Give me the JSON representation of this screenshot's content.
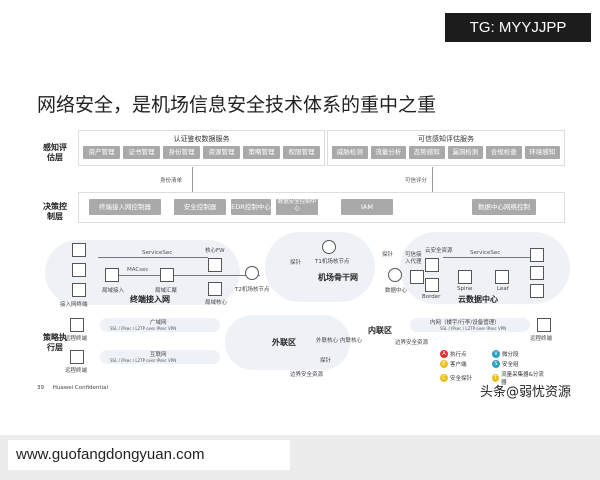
{
  "banner": "TG: MYYJJPP",
  "title": "网络安全，是机场信息安全技术体系的重中之重",
  "layers": {
    "perceive": "感知评估层",
    "decide": "决策控制层",
    "execute": "策略执行层"
  },
  "auth_service": {
    "title": "认证鉴权数据服务",
    "items": [
      "资产管理",
      "证书管理",
      "身份管理",
      "资源管理",
      "策略管理",
      "权限管理"
    ]
  },
  "trust_service": {
    "title": "可信感知评估服务",
    "items": [
      "威胁检测",
      "流量分析",
      "态势感知",
      "漏洞检测",
      "合规检查",
      "环境感知"
    ]
  },
  "arrows": {
    "identity": "身份清单",
    "trust": "可信评分"
  },
  "controls": [
    "终端接入网控制器",
    "安全控制器",
    "EDR控制中心",
    "数据安全控制中心",
    "IAM",
    "数据中心网络控制"
  ],
  "network": {
    "access_net": "终端接入网",
    "backbone": "机场骨干网",
    "cloud_dc": "云数据中心",
    "labels": {
      "servicesec": "ServiceSec",
      "macsec": "MACsec",
      "core_fw": "核心FW",
      "probe": "探针",
      "t1": "T1机场核节点",
      "t2": "T2机场核节点",
      "access": "局域接入",
      "agg": "局域汇聚",
      "core": "局域核心",
      "terminal": "接入网终端",
      "dc": "数据中心",
      "trusted_proxy": "可信接入代理",
      "cloud_res": "云安全资源",
      "border": "Border",
      "spine": "Spine",
      "leaf": "Leaf"
    }
  },
  "execution": {
    "wan": "广域网",
    "internet": "互联网",
    "intranet": "内网（楼宇/行李/设备管理）",
    "vpn": "SSL / IPsec / L2TP over IPsec VPN",
    "remote": "远程终端",
    "outer_zone": "外联区",
    "inner_zone": "内联区",
    "outer_core": "外联核心",
    "inner_core": "内联核心",
    "border_res": "边界安全资源",
    "probe": "探针"
  },
  "legend": [
    {
      "key": "A",
      "label": "执行点",
      "color": "#e03030"
    },
    {
      "key": "V",
      "label": "微分段",
      "color": "#2aa0c0"
    },
    {
      "key": "E",
      "label": "客户端",
      "color": "#e8c020"
    },
    {
      "key": "S",
      "label": "安全组",
      "color": "#2aa0c0"
    },
    {
      "key": "C",
      "label": "安全探针",
      "color": "#e8c020"
    },
    {
      "key": "T",
      "label": "流量采集器&分流器",
      "color": "#e8c020"
    }
  ],
  "footer": {
    "page": "39",
    "text": "Huawei Confidential"
  },
  "watermark": "头条@弱忧资源",
  "url": "www.guofangdongyuan.com"
}
